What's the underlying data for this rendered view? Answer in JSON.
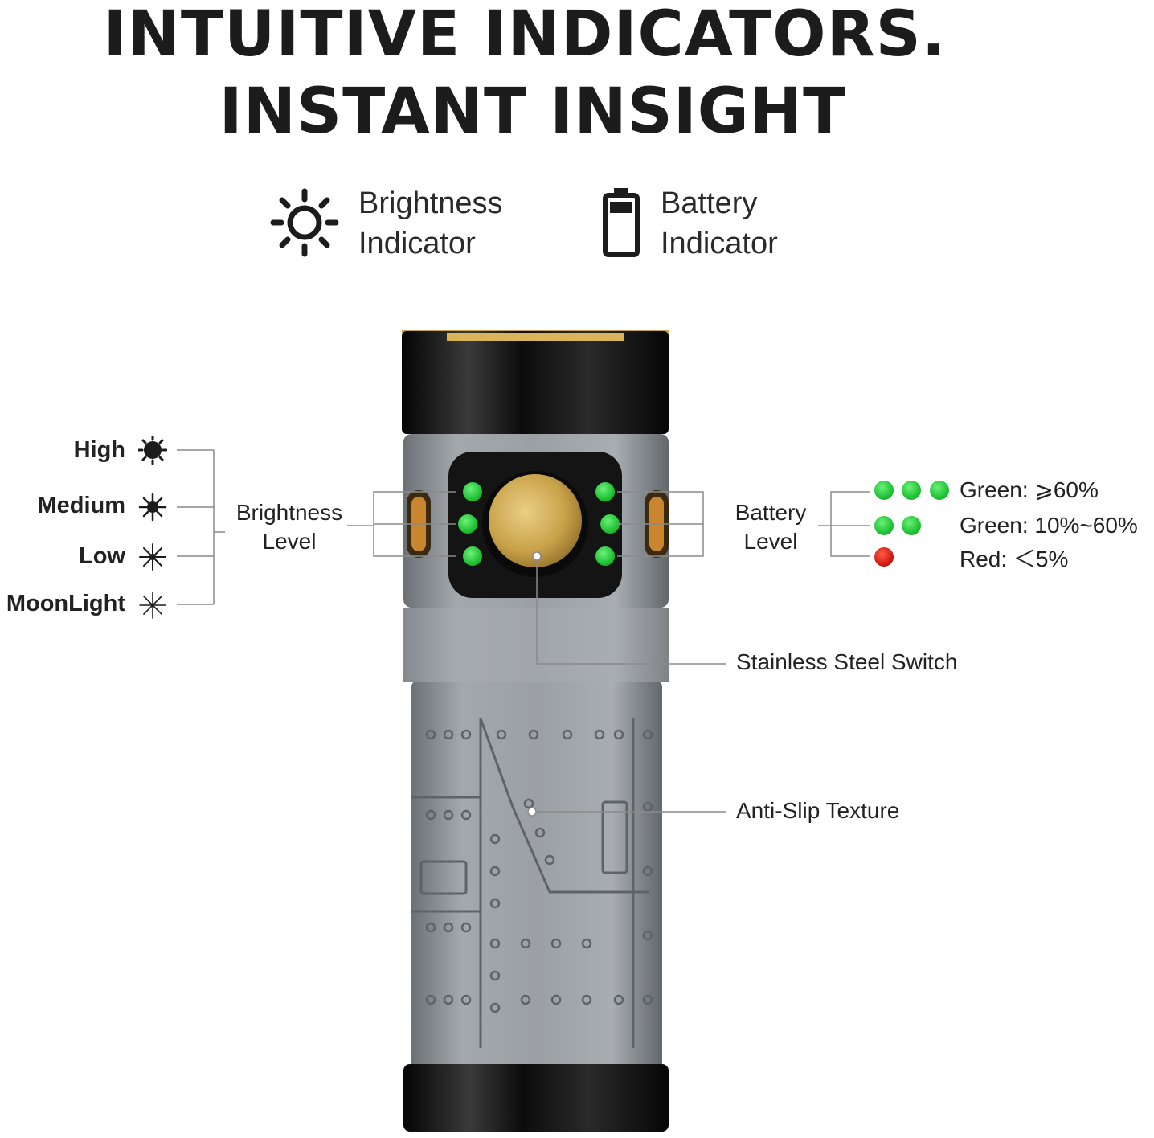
{
  "headline": {
    "line1": "INTUITIVE INDICATORS.",
    "line2": "INSTANT INSIGHT"
  },
  "legend": {
    "brightness": {
      "icon": "sun-icon",
      "line1": "Brightness",
      "line2": "Indicator"
    },
    "battery": {
      "icon": "battery-icon",
      "line1": "Battery",
      "line2": "Indicator"
    }
  },
  "brightness_modes": [
    {
      "label": "High",
      "icon": "sun-filled-icon"
    },
    {
      "label": "Medium",
      "icon": "sun-medium-icon"
    },
    {
      "label": "Low",
      "icon": "sun-low-icon"
    },
    {
      "label": "MoonLight",
      "icon": "sun-moonlight-icon"
    }
  ],
  "brightness_level": {
    "line1": "Brightness",
    "line2": "Level"
  },
  "battery_level": {
    "line1": "Battery",
    "line2": "Level"
  },
  "battery_states": [
    {
      "label": "Green: ⩾60%",
      "color": "#1fc234",
      "dots": 3
    },
    {
      "label": "Green: 10%~60%",
      "color": "#1fc234",
      "dots": 2
    },
    {
      "label": "Red: ＜5%",
      "color": "#d21b12",
      "dots": 1
    }
  ],
  "callouts": {
    "switch": "Stainless Steel Switch",
    "texture": "Anti-Slip Texture"
  },
  "colors": {
    "indicator_green": "#1fc234",
    "indicator_red": "#d21b12",
    "body_gray": "#8e949a",
    "cap_black": "#111111",
    "brass": "#c9a24a"
  }
}
